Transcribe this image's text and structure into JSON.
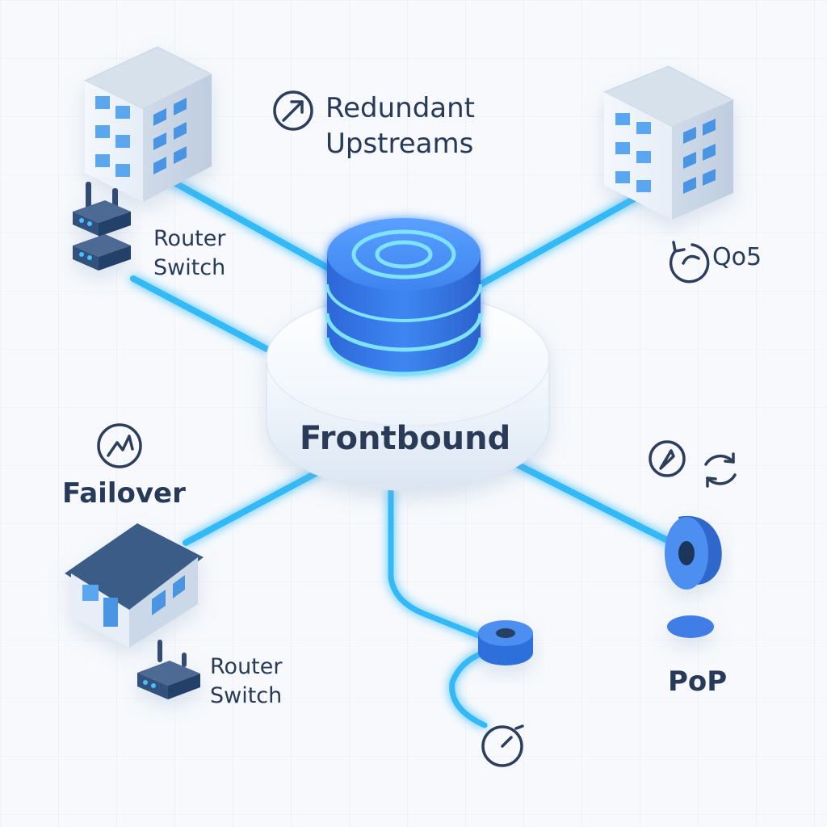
{
  "diagram": {
    "center_label": "Frontbound",
    "labels": {
      "upstreams": [
        "Redundant",
        "Upstreams"
      ],
      "router_switch_top": [
        "Router",
        "Switch"
      ],
      "qos": "Qo5",
      "failover": "Failover",
      "router_switch_bottom": [
        "Router",
        "Switch"
      ],
      "pop": "PoP"
    },
    "icons": {
      "upstreams": "arrow-up-right-circle-icon",
      "qos": "refresh-circle-icon",
      "failover": "graph-circle-icon",
      "compass": "compass-icon",
      "refresh": "refresh-icon",
      "timer": "timer-icon"
    },
    "colors": {
      "accent": "#31b9f6",
      "glow": "#53c8ff",
      "hub_blue": "#3b82f6",
      "text": "#273a57",
      "building_window": "#5aa7ef",
      "house_roof": "#3b5b86"
    }
  }
}
